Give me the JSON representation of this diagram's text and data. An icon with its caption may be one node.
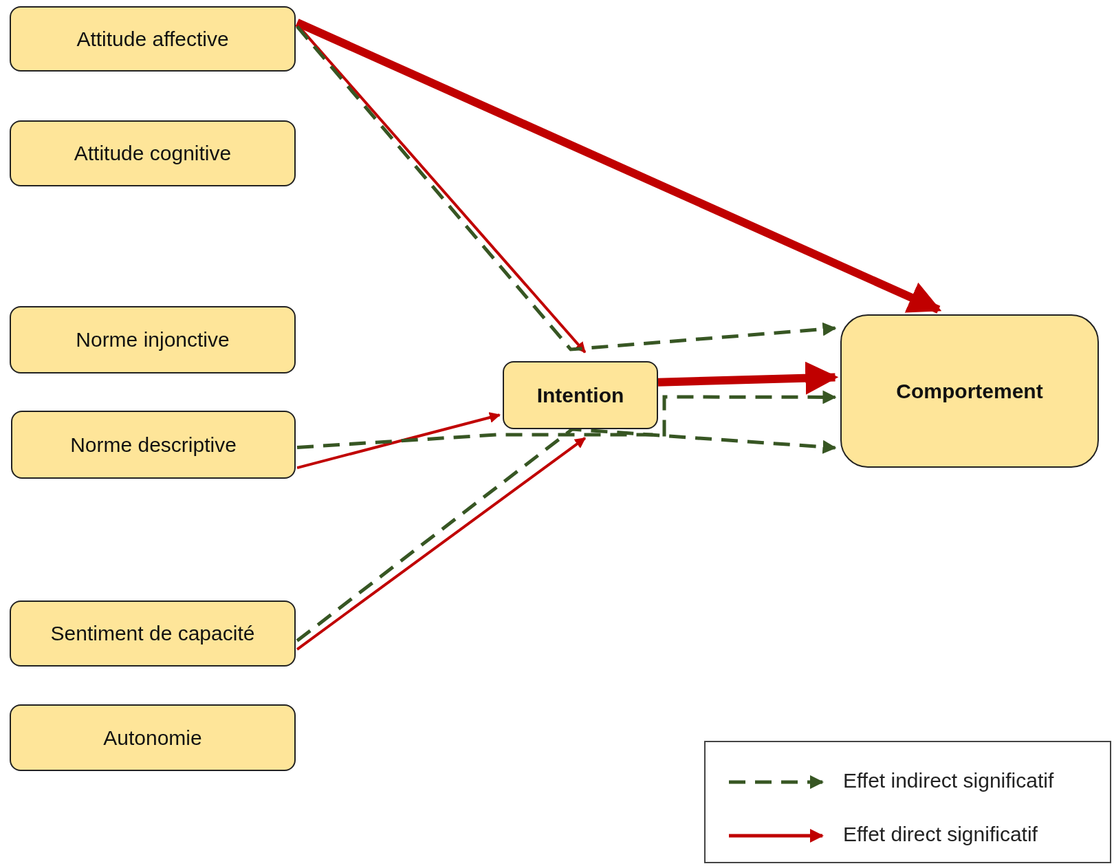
{
  "diagram": {
    "nodes": [
      {
        "text": [
          "Attitude affective"
        ]
      },
      {
        "text": [
          "Attitude cognitive"
        ]
      },
      {
        "text": [
          "Norme injonctive"
        ]
      },
      {
        "text": [
          "Norme descriptive"
        ]
      },
      {
        "text": [
          "Sentiment de capacité"
        ]
      },
      {
        "text": [
          "Autonomie"
        ]
      },
      {
        "text": [
          "Intention"
        ]
      },
      {
        "text": [
          "Comportement"
        ]
      }
    ],
    "edges": [
      {
        "from": 0,
        "to": 7,
        "arrow": "to",
        "style": "thick"
      },
      {
        "from": 0,
        "to": 6,
        "arrow": "to"
      },
      {
        "from": 0,
        "to": 7,
        "arrow": "to",
        "style": "dashed",
        "color": "#375623"
      },
      {
        "from": 3,
        "to": 6,
        "arrow": "to"
      },
      {
        "from": 3,
        "to": 7,
        "arrow": "to",
        "style": "dashed",
        "color": "#375623"
      },
      {
        "from": 4,
        "to": 6,
        "arrow": "to"
      },
      {
        "from": 4,
        "to": 7,
        "arrow": "to",
        "style": "dashed",
        "color": "#375623"
      },
      {
        "from": 6,
        "to": 7,
        "arrow": "to",
        "style": "thick"
      }
    ],
    "legend": [
      {
        "text": "Effet indirect significatif"
      },
      {
        "text": "Effet direct significatif"
      }
    ]
  }
}
